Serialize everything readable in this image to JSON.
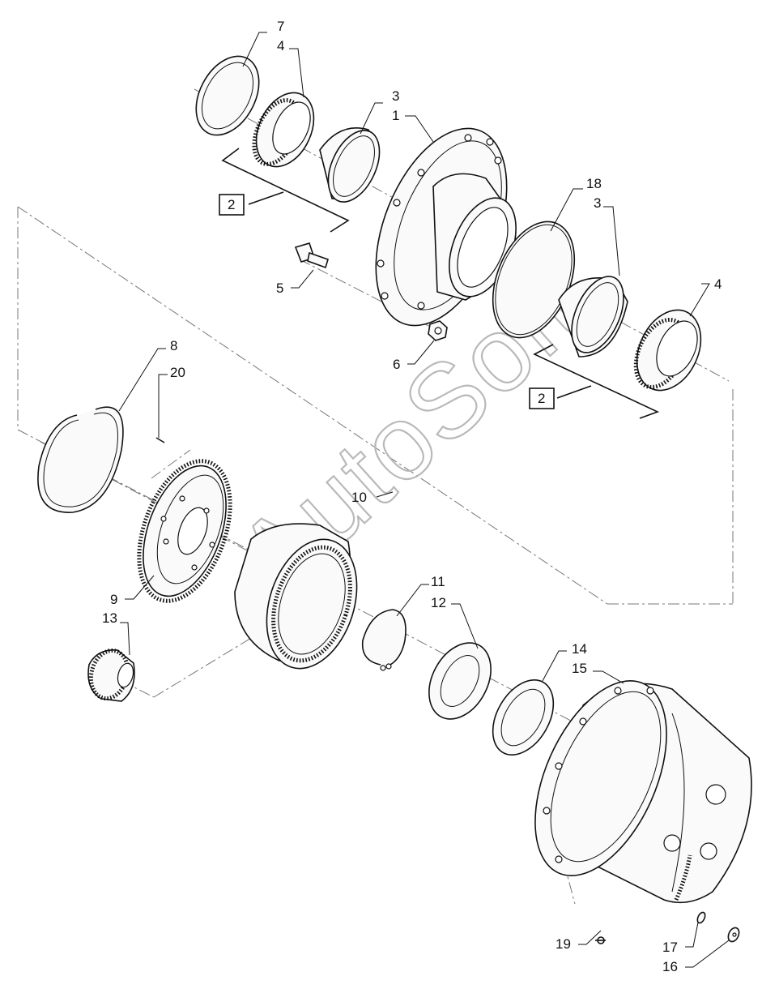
{
  "diagram": {
    "watermark": "AutoSoft",
    "group_labels": [
      "2",
      "2"
    ],
    "callouts": [
      "7",
      "4",
      "3",
      "1",
      "18",
      "3",
      "4",
      "5",
      "6",
      "8",
      "20",
      "10",
      "9",
      "13",
      "11",
      "12",
      "14",
      "15",
      "19",
      "17",
      "16"
    ]
  }
}
